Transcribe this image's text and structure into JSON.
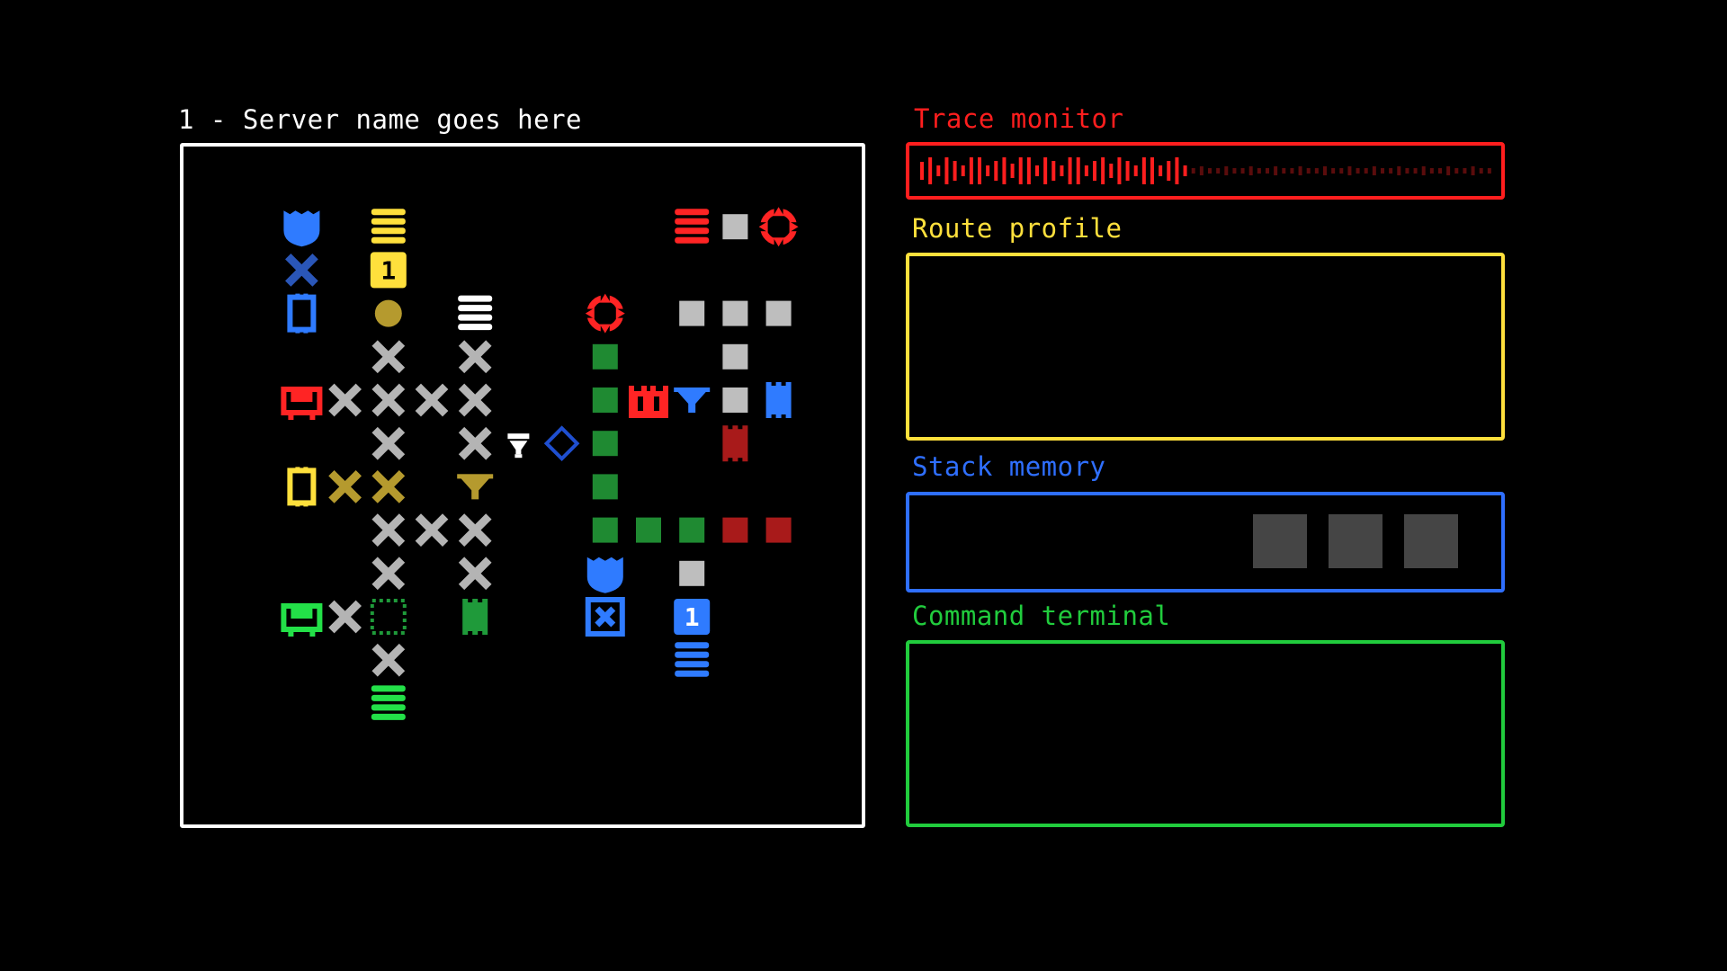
{
  "server": {
    "title": "1 - Server name goes here"
  },
  "panels": {
    "trace": {
      "label": "Trace monitor",
      "color": "#ff1e1e",
      "trace_level": 0.46
    },
    "route": {
      "label": "Route profile",
      "color": "#ffe03c"
    },
    "stack": {
      "label": "Stack memory",
      "color": "#2f6fff",
      "slots": 3,
      "slot_color": "#454545"
    },
    "terminal": {
      "label": "Command terminal",
      "color": "#21cc3d"
    }
  },
  "colors": {
    "grey": "#b4b4b4",
    "grey_node": "#bebebe",
    "white": "#ffffff",
    "blue": "#2f7bff",
    "blue_dark": "#1f4fd0",
    "blue_cross": "#2a56b8",
    "yellow": "#ffe03c",
    "gold": "#b59a2e",
    "red": "#ff2424",
    "red_dark": "#a81a1a",
    "green": "#1f8a32",
    "green_bright": "#23e048",
    "green_mid": "#1f9a3a"
  },
  "map": {
    "nodes": [
      {
        "col": 2,
        "row": 1,
        "type": "shield",
        "color": "blue"
      },
      {
        "col": 4,
        "row": 1,
        "type": "database",
        "color": "yellow"
      },
      {
        "col": 11,
        "row": 1,
        "type": "database",
        "color": "red"
      },
      {
        "col": 12,
        "row": 1,
        "type": "block",
        "color": "grey_node"
      },
      {
        "col": 13,
        "row": 1,
        "type": "target",
        "color": "red"
      },
      {
        "col": 2,
        "row": 2,
        "type": "cross",
        "color": "blue_cross"
      },
      {
        "col": 4,
        "row": 2,
        "type": "counter",
        "color": "yellow",
        "text": "1"
      },
      {
        "col": 2,
        "row": 3,
        "type": "gate",
        "color": "blue"
      },
      {
        "col": 4,
        "row": 3,
        "type": "dot",
        "color": "gold"
      },
      {
        "col": 6,
        "row": 3,
        "type": "database",
        "color": "white"
      },
      {
        "col": 9,
        "row": 3,
        "type": "target",
        "color": "red"
      },
      {
        "col": 11,
        "row": 3,
        "type": "block",
        "color": "grey_node"
      },
      {
        "col": 12,
        "row": 3,
        "type": "block",
        "color": "grey_node"
      },
      {
        "col": 13,
        "row": 3,
        "type": "block",
        "color": "grey_node"
      },
      {
        "col": 4,
        "row": 4,
        "type": "cross",
        "color": "grey"
      },
      {
        "col": 6,
        "row": 4,
        "type": "cross",
        "color": "grey"
      },
      {
        "col": 9,
        "row": 4,
        "type": "block",
        "color": "green"
      },
      {
        "col": 12,
        "row": 4,
        "type": "block",
        "color": "grey_node"
      },
      {
        "col": 2,
        "row": 5,
        "type": "terminal",
        "color": "red"
      },
      {
        "col": 3,
        "row": 5,
        "type": "cross",
        "color": "grey"
      },
      {
        "col": 4,
        "row": 5,
        "type": "cross",
        "color": "grey"
      },
      {
        "col": 5,
        "row": 5,
        "type": "cross",
        "color": "grey"
      },
      {
        "col": 6,
        "row": 5,
        "type": "cross",
        "color": "grey"
      },
      {
        "col": 9,
        "row": 5,
        "type": "block",
        "color": "green"
      },
      {
        "col": 10,
        "row": 5,
        "type": "castle",
        "color": "red"
      },
      {
        "col": 11,
        "row": 5,
        "type": "funnel",
        "color": "blue"
      },
      {
        "col": 12,
        "row": 5,
        "type": "block",
        "color": "grey_node"
      },
      {
        "col": 13,
        "row": 5,
        "type": "banner",
        "color": "blue"
      },
      {
        "col": 4,
        "row": 6,
        "type": "cross",
        "color": "grey"
      },
      {
        "col": 6,
        "row": 6,
        "type": "cross",
        "color": "grey"
      },
      {
        "col": 7,
        "row": 6,
        "type": "player",
        "color": "white"
      },
      {
        "col": 8,
        "row": 6,
        "type": "diamond",
        "color": "blue_dark"
      },
      {
        "col": 9,
        "row": 6,
        "type": "block",
        "color": "green"
      },
      {
        "col": 12,
        "row": 6,
        "type": "banner",
        "color": "red_dark"
      },
      {
        "col": 2,
        "row": 7,
        "type": "gate",
        "color": "yellow"
      },
      {
        "col": 3,
        "row": 7,
        "type": "cross",
        "color": "gold"
      },
      {
        "col": 4,
        "row": 7,
        "type": "cross",
        "color": "gold"
      },
      {
        "col": 6,
        "row": 7,
        "type": "funnel",
        "color": "gold"
      },
      {
        "col": 9,
        "row": 7,
        "type": "block",
        "color": "green"
      },
      {
        "col": 4,
        "row": 8,
        "type": "cross",
        "color": "grey"
      },
      {
        "col": 5,
        "row": 8,
        "type": "cross",
        "color": "grey"
      },
      {
        "col": 6,
        "row": 8,
        "type": "cross",
        "color": "grey"
      },
      {
        "col": 9,
        "row": 8,
        "type": "block",
        "color": "green"
      },
      {
        "col": 10,
        "row": 8,
        "type": "block",
        "color": "green"
      },
      {
        "col": 11,
        "row": 8,
        "type": "block",
        "color": "green"
      },
      {
        "col": 12,
        "row": 8,
        "type": "block",
        "color": "red_dark"
      },
      {
        "col": 13,
        "row": 8,
        "type": "block",
        "color": "red_dark"
      },
      {
        "col": 4,
        "row": 9,
        "type": "cross",
        "color": "grey"
      },
      {
        "col": 6,
        "row": 9,
        "type": "cross",
        "color": "grey"
      },
      {
        "col": 9,
        "row": 9,
        "type": "shield",
        "color": "blue"
      },
      {
        "col": 11,
        "row": 9,
        "type": "block",
        "color": "grey_node"
      },
      {
        "col": 2,
        "row": 10,
        "type": "terminal",
        "color": "green_bright"
      },
      {
        "col": 3,
        "row": 10,
        "type": "cross",
        "color": "grey"
      },
      {
        "col": 4,
        "row": 10,
        "type": "dotted",
        "color": "green_mid"
      },
      {
        "col": 6,
        "row": 10,
        "type": "banner",
        "color": "green_mid"
      },
      {
        "col": 9,
        "row": 10,
        "type": "xbox",
        "color": "blue"
      },
      {
        "col": 11,
        "row": 10,
        "type": "counter",
        "color": "blue",
        "text": "1"
      },
      {
        "col": 4,
        "row": 11,
        "type": "cross",
        "color": "grey"
      },
      {
        "col": 11,
        "row": 11,
        "type": "database",
        "color": "blue"
      },
      {
        "col": 4,
        "row": 12,
        "type": "database",
        "color": "green_bright"
      }
    ]
  }
}
